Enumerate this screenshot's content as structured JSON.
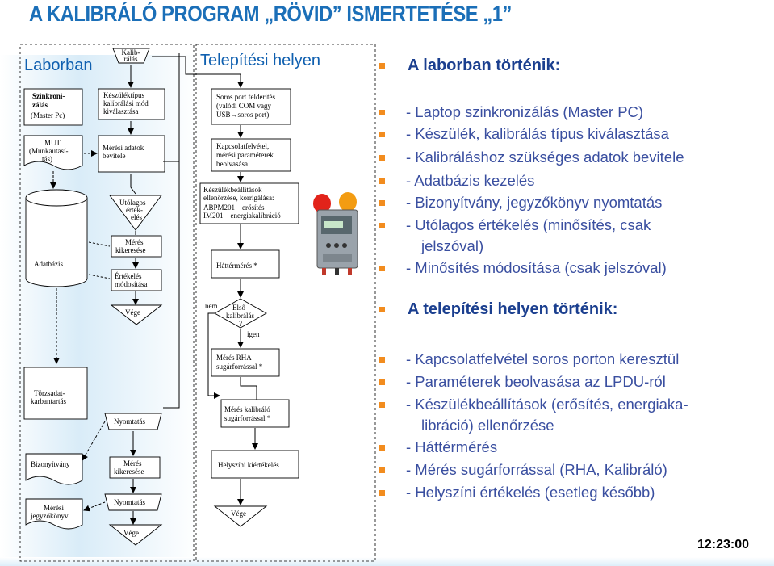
{
  "title": "A KALIBRÁLÓ PROGRAM „RÖVID” ISMERTETÉSE „1”",
  "headers": {
    "lab": "Laborban",
    "site": "Telepítési helyen"
  },
  "diagram": {
    "calib_start": [
      "Kalib-",
      "rálás"
    ],
    "sync": [
      "Szinkroni-",
      "zálás",
      "(Master Pc)"
    ],
    "select": [
      "Készüléktípus",
      "kalibrálási mód",
      "kiválasztása"
    ],
    "mut": [
      "MUT",
      "(Munkautasí-",
      "tás)"
    ],
    "data_entry": [
      "Mérési adatok",
      "bevitele"
    ],
    "later_eval": [
      "Utólagos",
      "érték-",
      "elés"
    ],
    "search1": [
      "Mérés",
      "kikeresése"
    ],
    "modify": [
      "Értékelés",
      "módosítása"
    ],
    "db": "Adatbázis",
    "end1": "Vége",
    "registry": [
      "Törzsadat-",
      "karbantartás"
    ],
    "print1": "Nyomtatás",
    "search2": [
      "Mérés",
      "kikeresése"
    ],
    "print2": "Nyomtatás",
    "cert": "Bizonyítvány",
    "protocol": [
      "Mérési",
      "jegyzőkönyv"
    ],
    "end2": "Vége",
    "serial": [
      "Soros port felderítés",
      "(valódi COM vagy",
      "USB→soros port)"
    ],
    "connect": [
      "Kapcsolatfelvétel,",
      "mérési paraméterek",
      "beolvasása"
    ],
    "settings": [
      "Készülékbeállítások",
      "ellenőrzése, korrigálása:",
      "ABPM201 – erősítés",
      "IM201 – energiakalibráció"
    ],
    "background": "Háttérmérés *",
    "first_calib": [
      "Első",
      "kalibrálás",
      "?"
    ],
    "no_label": "nem",
    "yes_label": "igen",
    "rha": [
      "Mérés RHA",
      "sugárforrással *"
    ],
    "calib_src": [
      "Mérés kalibráló",
      "sugárforrással *"
    ],
    "site_eval": "Helyszíni kiértékelés",
    "end3": "Vége"
  },
  "lab_section": {
    "heading": "A laborban történik:",
    "items": [
      "- Laptop szinkronizálás (Master PC)",
      "- Készülék, kalibrálás típus kiválasztása",
      "- Kalibráláshoz szükséges adatok bevitele",
      "- Adatbázis kezelés",
      "- Bizonyítvány, jegyzőkönyv nyomtatás",
      "- Utólagos értékelés (minősítés, csak",
      "- Minősítés módosítása (csak jelszóval)"
    ],
    "continuation": "jelszóval)"
  },
  "site_section": {
    "heading": "A telepítési helyen történik:",
    "items": [
      "- Kapcsolatfelvétel soros porton keresztül",
      "- Paraméterek beolvasása az LPDU-ról",
      "- Készülékbeállítások (erősítés, energiaka-",
      "- Háttérmérés",
      "- Mérés sugárforrással (RHA, Kalibráló)",
      "- Helyszíni értékelés (esetleg később)"
    ],
    "continuation": "libráció) ellenőrzése"
  },
  "clock": "12:23:00",
  "colors": {
    "title": "#1b6fb8",
    "bullet_text": "#3a4fa0",
    "bullet_square": "#f28c1e",
    "heading_text": "#1b3f8f"
  }
}
